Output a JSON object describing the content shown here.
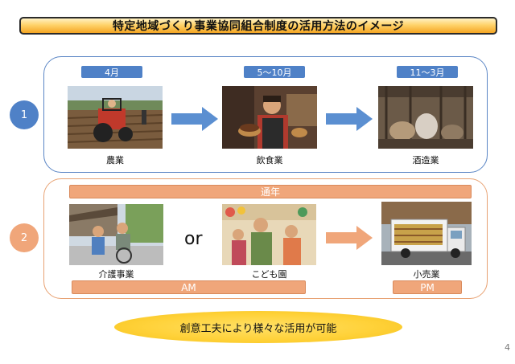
{
  "title": "特定地域づくり事業協同組合制度の活用方法のイメージ",
  "section1": {
    "number": "1",
    "months": [
      "4月",
      "5～10月",
      "11～3月"
    ],
    "labels": [
      "農業",
      "飲食業",
      "酒造業"
    ]
  },
  "section2": {
    "number": "2",
    "year_bar": "通年",
    "or_text": "or",
    "labels": [
      "介護事業",
      "こども園",
      "小売業"
    ],
    "am": "AM",
    "pm": "PM"
  },
  "summary": "創意工夫により様々な活用が可能",
  "page_number": "4",
  "colors": {
    "blue": "#4f81c7",
    "orange": "#f0a67a",
    "yellow": "#ffd23a"
  }
}
